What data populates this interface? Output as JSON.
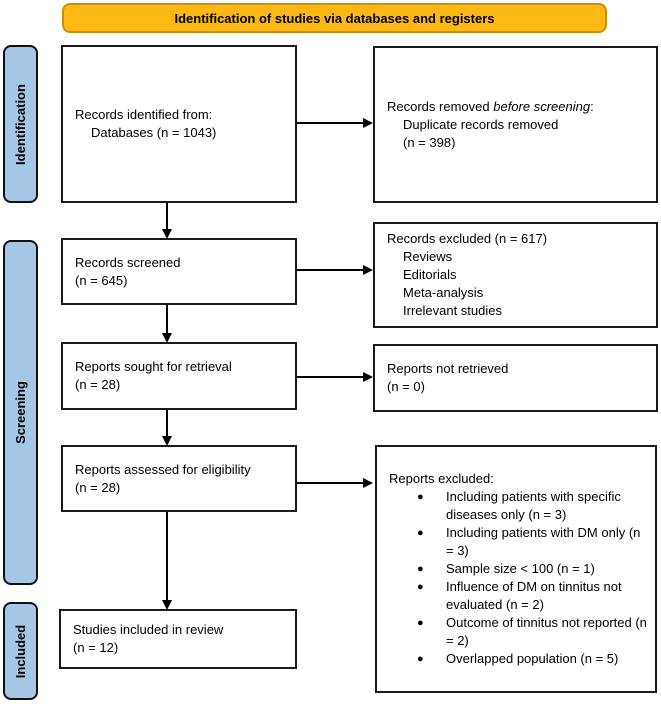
{
  "banner": {
    "title": "Identification of studies via databases and registers"
  },
  "sidebar": {
    "identification": "Identification",
    "screening": "Screening",
    "included": "Included"
  },
  "flow": {
    "identified": {
      "line1": "Records identified from:",
      "line2": "Databases (n = 1043)"
    },
    "removed": {
      "prefix": "Records removed",
      "italic": "before screening",
      "suffix": ":",
      "line2": "Duplicate records removed",
      "line3": "(n = 398)"
    },
    "screened": {
      "line1": "Records screened",
      "line2": "(n = 645)"
    },
    "records_excluded": {
      "header": "Records excluded (n = 617)",
      "items": [
        "Reviews",
        "Editorials",
        "Meta-analysis",
        "Irrelevant studies"
      ]
    },
    "sought": {
      "line1": "Reports sought for retrieval",
      "line2": "(n = 28)"
    },
    "not_retrieved": {
      "line1": "Reports not retrieved",
      "line2": "(n = 0)"
    },
    "assessed": {
      "line1": "Reports assessed for eligibility",
      "line2": "(n = 28)"
    },
    "reports_excluded": {
      "header": "Reports excluded:",
      "items": [
        "Including patients with specific diseases only (n = 3)",
        "Including patients with DM only (n = 3)",
        "Sample size < 100 (n = 1)",
        "Influence of DM on tinnitus not evaluated (n = 2)",
        "Outcome of tinnitus not reported (n = 2)",
        "Overlapped population (n = 5)"
      ]
    },
    "included_studies": {
      "line1": "Studies included in review",
      "line2": "(n = 12)"
    }
  },
  "colors": {
    "banner_bg": "#FDB813",
    "banner_border": "#CE8E06",
    "sidebar_bg": "#A5C6E5",
    "box_border": "#1A1A1A",
    "text": "#000000"
  }
}
